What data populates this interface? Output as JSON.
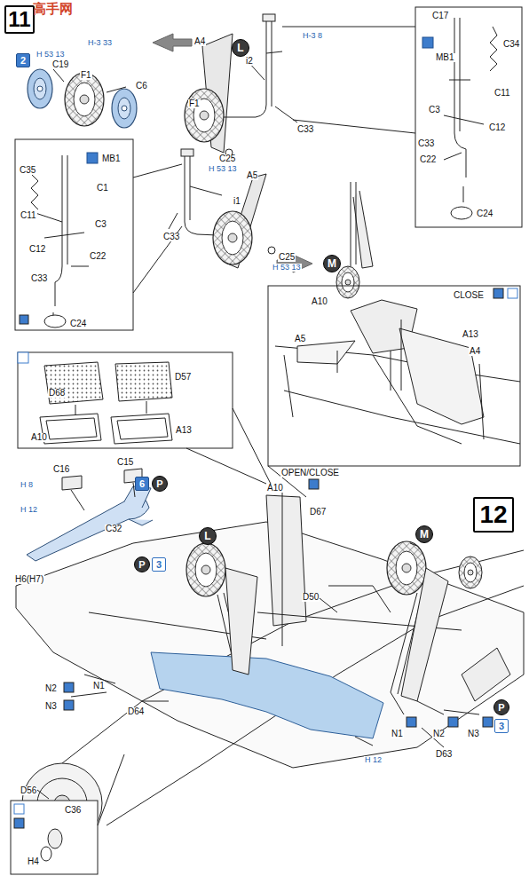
{
  "diagram": {
    "nodes": [
      {
        "text": [
          "11"
        ]
      },
      {
        "text": [
          "2"
        ]
      },
      {
        "text": [
          "L"
        ]
      },
      {
        "text": [
          "M"
        ]
      },
      {
        "text": [
          "6"
        ]
      },
      {
        "text": [
          "P"
        ]
      },
      {
        "text": [
          "12"
        ]
      },
      {
        "text": [
          "L"
        ]
      },
      {
        "text": [
          "M"
        ]
      },
      {
        "text": [
          "P"
        ]
      },
      {
        "text": [
          "3"
        ]
      },
      {
        "text": [
          "P"
        ]
      },
      {
        "text": [
          "3"
        ]
      }
    ],
    "labels": [
      "高手网",
      "H-3 33",
      "H 53 13",
      "C19",
      "F1",
      "C6",
      "A4",
      "i2",
      "H-3 8",
      "F1",
      "C25",
      "H 53 13",
      "C33",
      "C17",
      "C34",
      "MB1",
      "C11",
      "C3",
      "C12",
      "C33",
      "C22",
      "C24",
      "C35",
      "MB1",
      "C1",
      "C11",
      "C3",
      "C12",
      "C22",
      "C33",
      "C24",
      "A5",
      "i1",
      "C33",
      "C25",
      "H 53 13",
      "CLOSE",
      "A10",
      "A5",
      "A13",
      "A4",
      "D68",
      "D57",
      "A10",
      "A13",
      "C16",
      "C15",
      "H 8",
      "H 12",
      "C32",
      "H6(H7)",
      "OPEN/CLOSE",
      "A10",
      "D67",
      "D50",
      "N1",
      "N2",
      "N3",
      "D64",
      "D56",
      "H 12",
      "N1",
      "N2",
      "N3",
      "D63",
      "C36",
      "H4"
    ]
  }
}
